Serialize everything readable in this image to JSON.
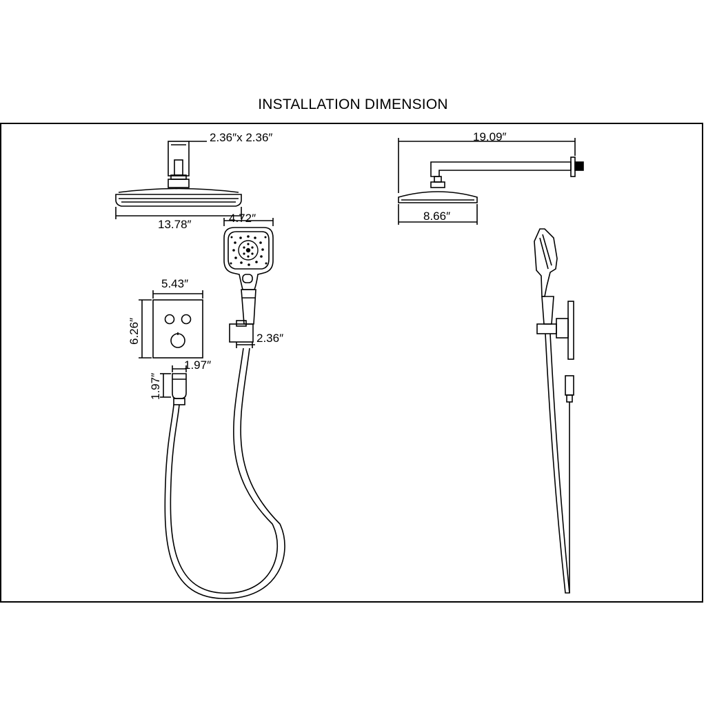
{
  "title": "INSTALLATION DIMENSION",
  "dimensions": {
    "arm_square": "2.36″x 2.36″",
    "head_diameter_front": "13.78″",
    "handshower_width": "4.72″",
    "valve_width": "5.43″",
    "valve_height": "6.26″",
    "holder_width": "2.36″",
    "elbow_width": "1.97″",
    "elbow_height": "1.97″",
    "arm_length": "19.09″",
    "head_diameter_side": "8.66″"
  }
}
